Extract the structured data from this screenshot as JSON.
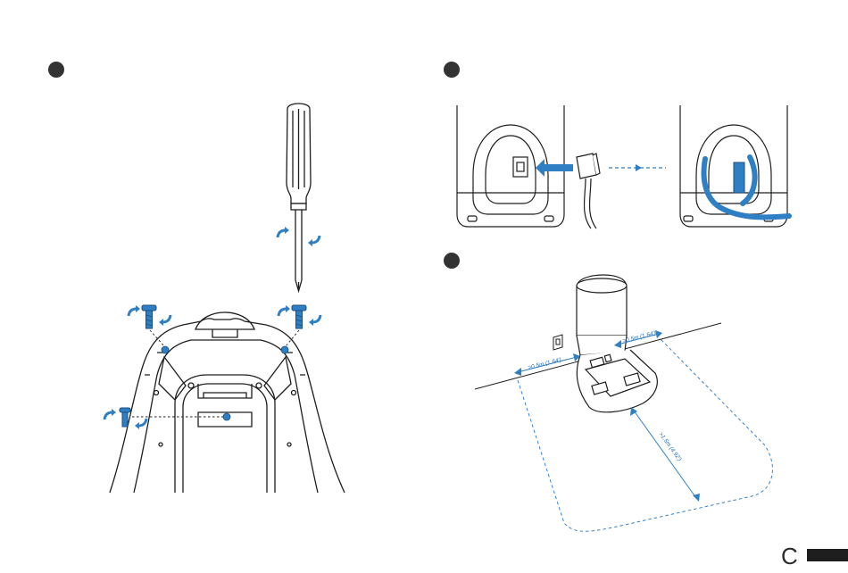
{
  "steps": [
    {
      "id": 1
    },
    {
      "id": 2
    },
    {
      "id": 3
    }
  ],
  "clearances": {
    "left": ">0.5m (1.64')",
    "right": ">0.5m (1.64')",
    "front": ">1.5m (4.92')"
  },
  "page": {
    "section_letter": "C"
  },
  "colors": {
    "accent_blue": "#2f7fc4",
    "line_dark": "#1e1e1e",
    "marker_dark": "#333333",
    "dashed_blue": "#3a82c8"
  },
  "icons": [
    "screwdriver-icon",
    "screw-icon",
    "rotate-arrow-icon",
    "power-plug-icon",
    "wall-outlet-icon",
    "docking-station-icon",
    "robot-underside-icon"
  ]
}
